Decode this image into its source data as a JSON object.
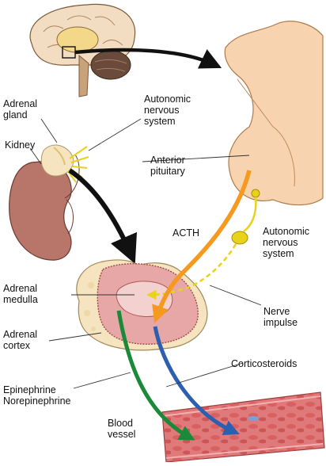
{
  "labels": {
    "adrenal_gland": "Adrenal\ngland",
    "kidney": "Kidney",
    "ans_top": "Autonomic\nnervous\nsystem",
    "anterior_pituitary": "Anterior\npituitary",
    "acth": "ACTH",
    "ans_bottom": "Autonomic\nnervous\nsystem",
    "adrenal_medulla": "Adrenal\nmedulla",
    "nerve_impulse": "Nerve\nimpulse",
    "adrenal_cortex": "Adrenal\ncortex",
    "corticosteroids": "Corticosteroids",
    "epinephrine": "Epinephrine\nNorepinephrine",
    "blood_vessel": "Blood\nvessel"
  },
  "colors": {
    "brain": "#f2dcc2",
    "pituitary": "#f7d3b0",
    "kidney": "#b8756a",
    "adrenal_fat": "#f5e4bf",
    "medulla": "#e8a7a7",
    "blood_vessel": "#e07a7a",
    "acth_arrow": "#f59a1e",
    "nerve_yellow": "#e8d21a",
    "epinephrine_arrow": "#1a8a3a",
    "corticosteroid_arrow": "#2d5fb0",
    "black_arrow": "#111111"
  }
}
